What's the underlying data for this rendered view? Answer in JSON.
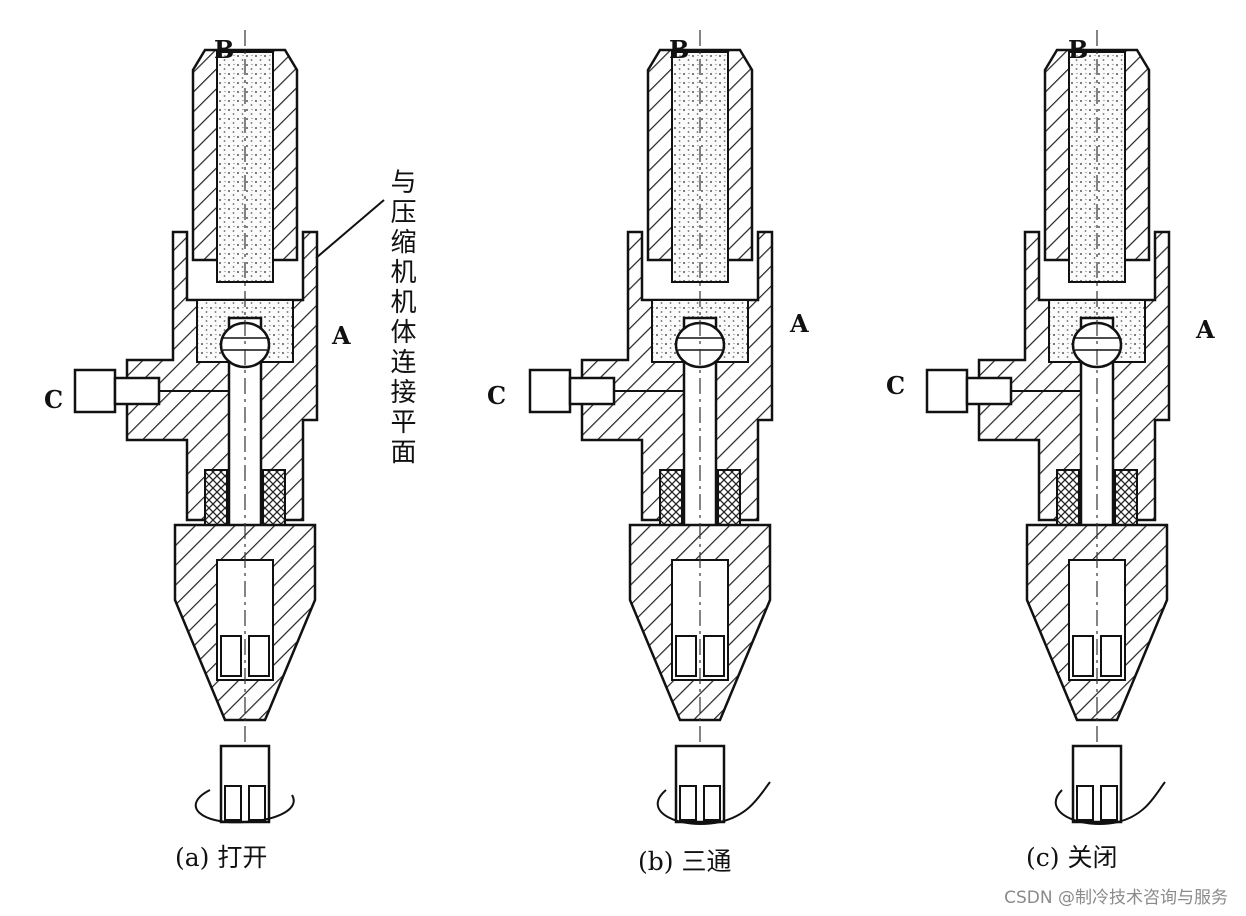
{
  "labels": {
    "B": "B",
    "A": "A",
    "C": "C"
  },
  "annotation": "与压缩机机体连接平面",
  "captions": [
    "(a) 打开",
    "(b) 三通",
    "(c) 关闭"
  ],
  "watermark": "CSDN @制冷技术咨询与服务"
}
